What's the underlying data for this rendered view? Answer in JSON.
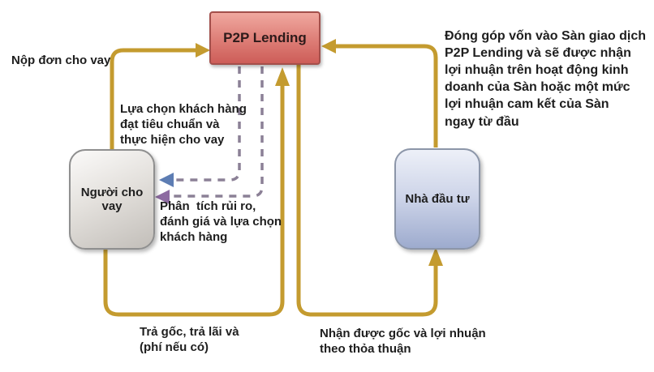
{
  "diagram": {
    "title": "P2P Lending flow diagram",
    "nodes": {
      "p2p": {
        "label": "P2P Lending"
      },
      "lender": {
        "label": "Người cho vay"
      },
      "investor": {
        "label": "Nhà đầu tư"
      }
    },
    "labels": {
      "apply": "Nộp đơn cho vay",
      "select": "Lựa chọn khách hàng\nđạt tiêu chuẩn và\nthực hiện cho vay",
      "analyze": "Phân  tích rủi ro,\nđánh giá và lựa chọn\nkhách hàng",
      "contribute": "Đóng góp vốn vào Sàn giao dịch\nP2P Lending và sẽ được nhận\nlợi nhuận trên hoạt động kinh\ndoanh của Sàn hoặc một mức\nlợi nhuận cam kết của Sàn\nngay từ đầu",
      "repay": "Trả gốc, trả lãi và\n(phí nếu có)",
      "receive": "Nhận được gốc và lợi nhuận\ntheo thỏa thuận"
    },
    "edges": [
      {
        "from": "lender",
        "to": "p2p",
        "style": "solid-gold",
        "label_ref": "apply"
      },
      {
        "from": "p2p",
        "to": "lender",
        "style": "dashed",
        "arrowhead": "blue",
        "label_ref": "select"
      },
      {
        "from": "p2p",
        "to": "lender",
        "style": "dashed",
        "arrowhead": "purple",
        "label_ref": "analyze"
      },
      {
        "from": "lender",
        "to": "p2p",
        "style": "solid-gold",
        "label_ref": "repay"
      },
      {
        "from": "p2p",
        "to": "investor",
        "style": "solid-gold",
        "label_ref": "receive"
      },
      {
        "from": "investor",
        "to": "p2p",
        "style": "solid-gold",
        "label_ref": "contribute"
      }
    ],
    "colors": {
      "arrow_gold": "#c49b2f",
      "dashed_line": "#8b8096",
      "arrow_blue": "#5d7db3",
      "arrow_purple": "#8d6ba1",
      "p2p_box_top": "#f0a89f",
      "p2p_box_bottom": "#cd5d58",
      "p2p_border": "#a34f4b",
      "lender_box_top": "#fbfaf9",
      "lender_box_bottom": "#c2beb9",
      "lender_border": "#8f8f8f",
      "investor_box_top": "#edf0f8",
      "investor_box_bottom": "#9dabce",
      "investor_border": "#8c96a9",
      "text_color": "#1e1e1e"
    }
  }
}
